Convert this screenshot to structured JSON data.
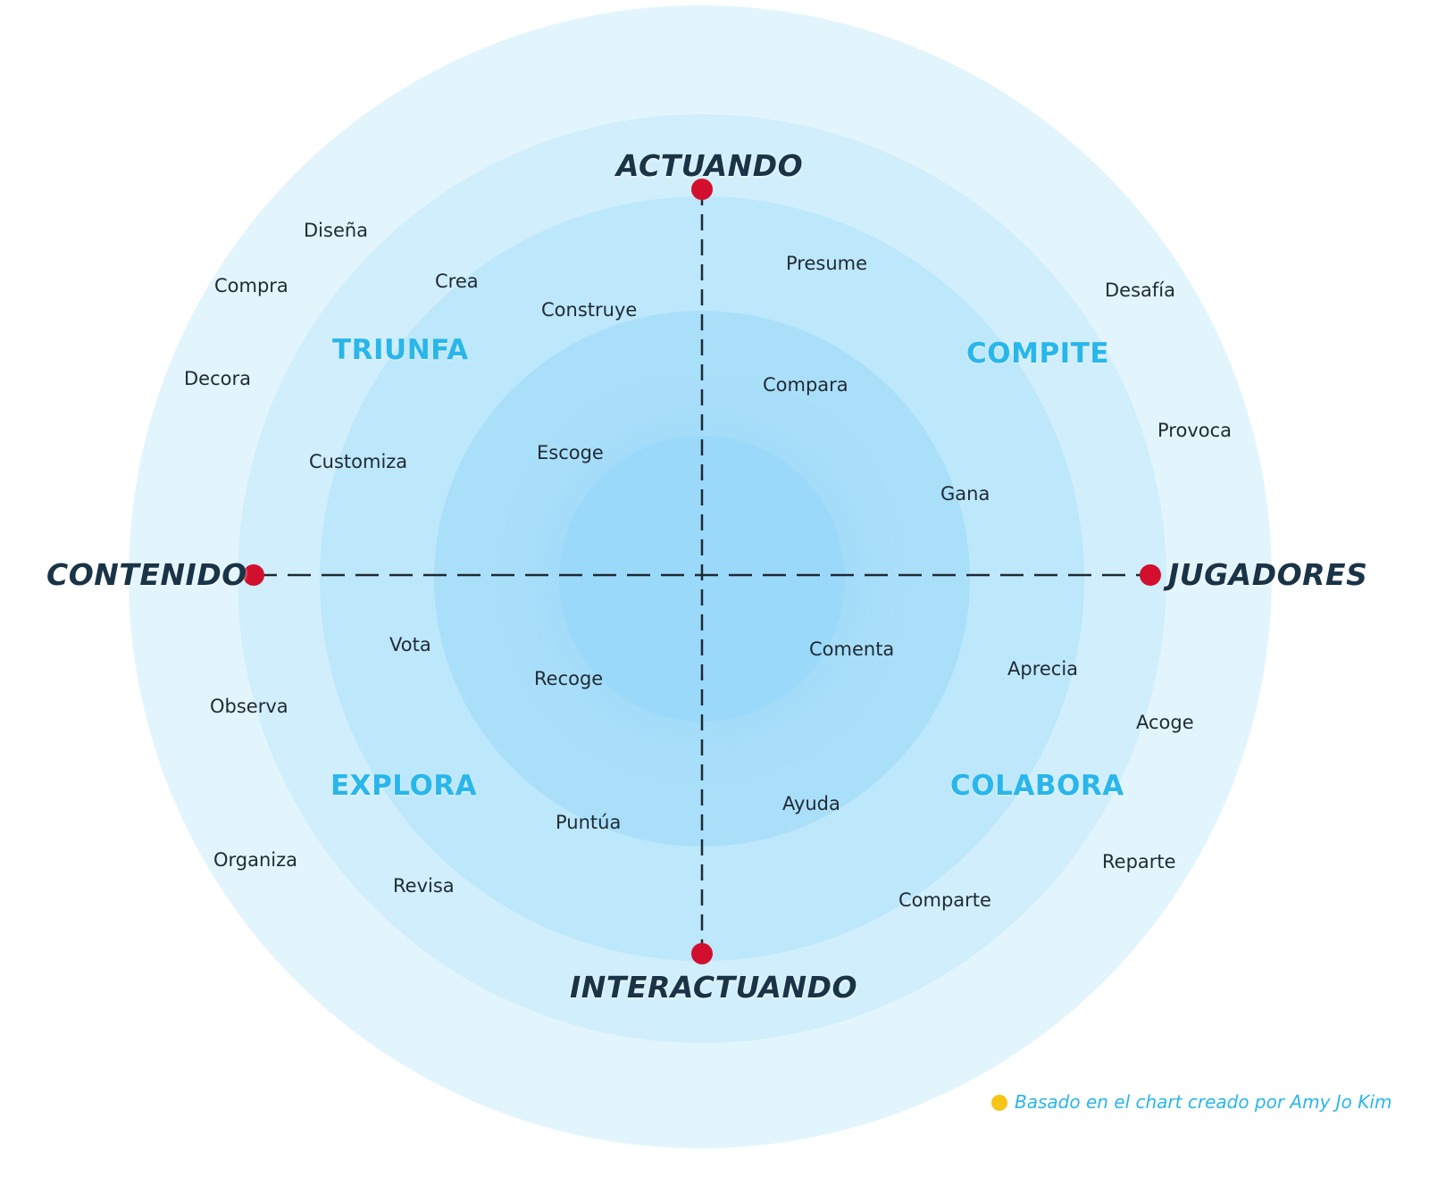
{
  "axes": {
    "top": "ACTUANDO",
    "bottom": "INTERACTUANDO",
    "left": "CONTENIDO",
    "right": "JUGADORES"
  },
  "quadrants": {
    "top_left": "TRIUNFA",
    "top_right": "COMPITE",
    "bottom_left": "EXPLORA",
    "bottom_right": "COLABORA"
  },
  "verbs": {
    "top_left": [
      "Diseña",
      "Compra",
      "Crea",
      "Construye",
      "Decora",
      "Customiza",
      "Escoge"
    ],
    "top_right": [
      "Presume",
      "Desafía",
      "Compara",
      "Provoca",
      "Gana"
    ],
    "bottom_left": [
      "Vota",
      "Recoge",
      "Observa",
      "Puntúa",
      "Organiza",
      "Revisa"
    ],
    "bottom_right": [
      "Comenta",
      "Aprecia",
      "Acoge",
      "Ayuda",
      "Reparte",
      "Comparte"
    ]
  },
  "credit": "Basado en el chart creado por Amy Jo Kim",
  "colors": {
    "axis_label": "#1a3447",
    "quadrant_label": "#29b6ea",
    "endpoint": "#d2102e",
    "credit_dot": "#f5c518"
  }
}
